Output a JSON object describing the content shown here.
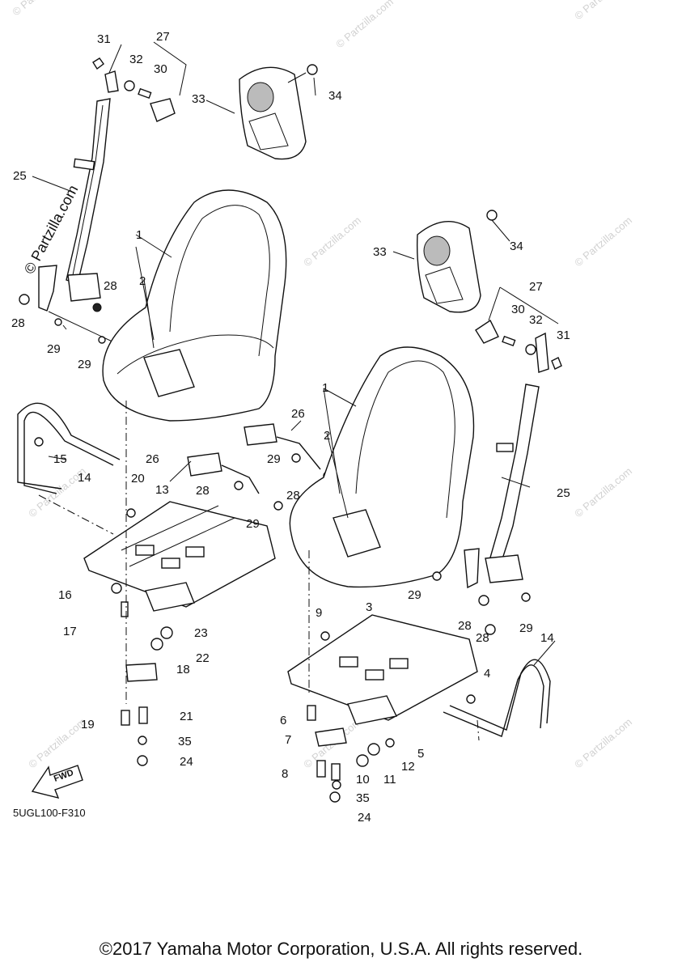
{
  "diagram": {
    "watermark_text": "© Partzilla.com",
    "brand_text": "© Partzilla.com",
    "drawing_code": "5UGL100-F310",
    "fwd_label": "FWD",
    "copyright": "©2017 Yamaha Motor Corporation, U.S.A. All rights reserved.",
    "part_numbers": [
      "1",
      "2",
      "3",
      "4",
      "5",
      "6",
      "7",
      "8",
      "9",
      "10",
      "11",
      "12",
      "13",
      "14",
      "15",
      "16",
      "17",
      "18",
      "19",
      "20",
      "21",
      "22",
      "23",
      "24",
      "25",
      "26",
      "27",
      "28",
      "29",
      "30",
      "31",
      "32",
      "33",
      "34",
      "35"
    ]
  }
}
